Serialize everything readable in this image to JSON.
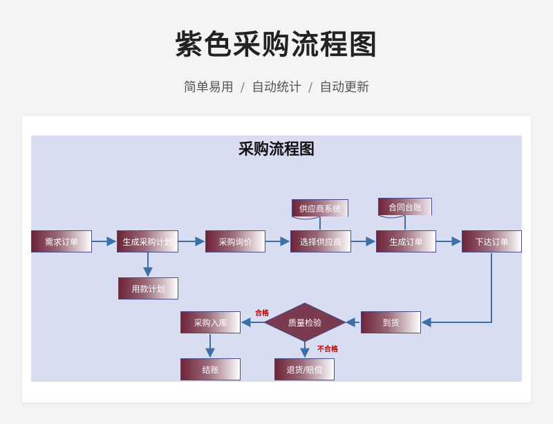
{
  "header": {
    "title": "紫色采购流程图",
    "subtitle_items": [
      "简单易用",
      "自动统计",
      "自动更新"
    ],
    "separator": "/"
  },
  "diagram": {
    "title": "采购流程图",
    "nodes": {
      "demand_order": "需求订单",
      "purchase_plan": "生成采购计划",
      "payment_plan": "用款计划",
      "inquiry": "采购询价",
      "select_supplier": "选择供应商",
      "supplier_system": "供应商系统",
      "create_order": "生成订单",
      "contract_ledger": "合同台账",
      "issue_order": "下达订单",
      "arrival": "到货",
      "quality_check": "质量检验",
      "warehousing": "采购入库",
      "settlement": "结账",
      "return": "退货/赔偿"
    },
    "edge_labels": {
      "pass": "合格",
      "fail": "不合格"
    }
  },
  "colors": {
    "node_dark": "#6e2338",
    "arrow": "#3b6fa6",
    "canvas_bg": "#d9ddf1",
    "label_red": "#c00000"
  }
}
